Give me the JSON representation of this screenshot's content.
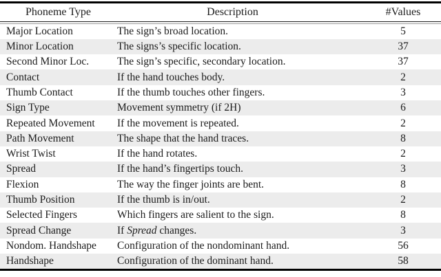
{
  "table": {
    "columns": [
      {
        "label": "Phoneme Type"
      },
      {
        "label": "Description"
      },
      {
        "label": "#Values"
      }
    ],
    "rows": [
      {
        "type": "Major Location",
        "desc": "The sign’s broad location.",
        "values": "5"
      },
      {
        "type": "Minor Location",
        "desc": "The signs’s specific location.",
        "values": "37"
      },
      {
        "type": "Second Minor Loc.",
        "desc": "The sign’s specific, secondary location.",
        "values": "37"
      },
      {
        "type": "Contact",
        "desc": "If the hand touches body.",
        "values": "2"
      },
      {
        "type": "Thumb Contact",
        "desc": "If the thumb touches other fingers.",
        "values": "3"
      },
      {
        "type": "Sign Type",
        "desc": "Movement symmetry (if 2H)",
        "values": "6"
      },
      {
        "type": "Repeated Movement",
        "desc": "If the movement is repeated.",
        "values": "2"
      },
      {
        "type": "Path Movement",
        "desc": "The shape that the hand traces.",
        "values": "8"
      },
      {
        "type": "Wrist Twist",
        "desc": "If the hand rotates.",
        "values": "2"
      },
      {
        "type": "Spread",
        "desc": "If the hand’s fingertips touch.",
        "values": "3"
      },
      {
        "type": "Flexion",
        "desc": "The way the finger joints are bent.",
        "values": "8"
      },
      {
        "type": "Thumb Position",
        "desc": "If the thumb is in/out.",
        "values": "2"
      },
      {
        "type": "Selected Fingers",
        "desc": "Which fingers are salient to the sign.",
        "values": "8"
      },
      {
        "type": "Spread Change",
        "desc_parts": [
          {
            "text": "If "
          },
          {
            "text": "Spread",
            "italic": true
          },
          {
            "text": " changes."
          }
        ],
        "values": "3"
      },
      {
        "type": "Nondom. Handshape",
        "desc": "Configuration of the nondominant hand.",
        "values": "56"
      },
      {
        "type": "Handshape",
        "desc": "Configuration of the dominant hand.",
        "values": "58"
      }
    ],
    "colors": {
      "zebra": "#ececec",
      "rule": "#000000",
      "text": "#1b1b1b"
    }
  }
}
